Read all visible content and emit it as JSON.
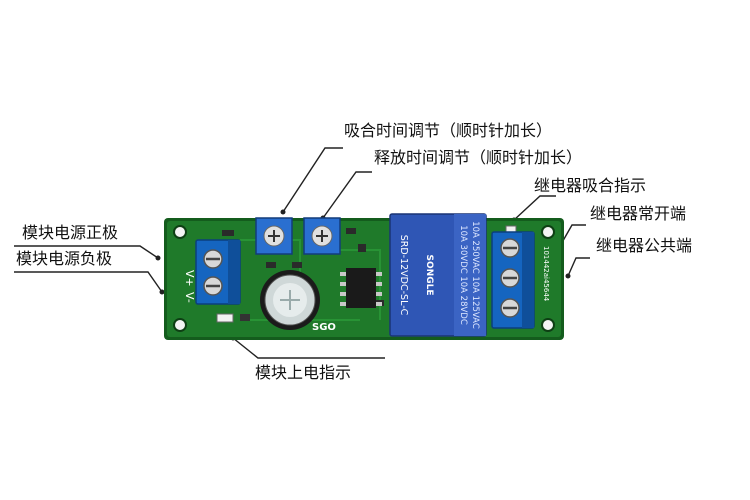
{
  "labels": {
    "pull_in_time": "吸合时间调节（顺时针加长）",
    "release_time": "释放时间调节（顺时针加长）",
    "relay_indicator": "继电器吸合指示",
    "relay_no": "继电器常开端",
    "relay_com": "继电器公共端",
    "power_pos": "模块电源正极",
    "power_neg": "模块电源负极",
    "power_indicator": "模块上电指示"
  },
  "board": {
    "vplus": "V+",
    "vminus": "V-",
    "relay_brand": "SONGLE",
    "relay_model": "SRD-12VDC-SL-C",
    "relay_spec_1": "10A 250VAC  10A 125VAC",
    "relay_spec_2": "10A 30VDC  10A 28VDC",
    "pcb_code": "101442ai45644",
    "pcb_mark": "SGO"
  },
  "colors": {
    "pcb": "#1f7a2a",
    "pcb_dark": "#145c1d",
    "terminal": "#1565c0",
    "relay": "#2f56b5",
    "trimmer": "#2a6fd0"
  }
}
